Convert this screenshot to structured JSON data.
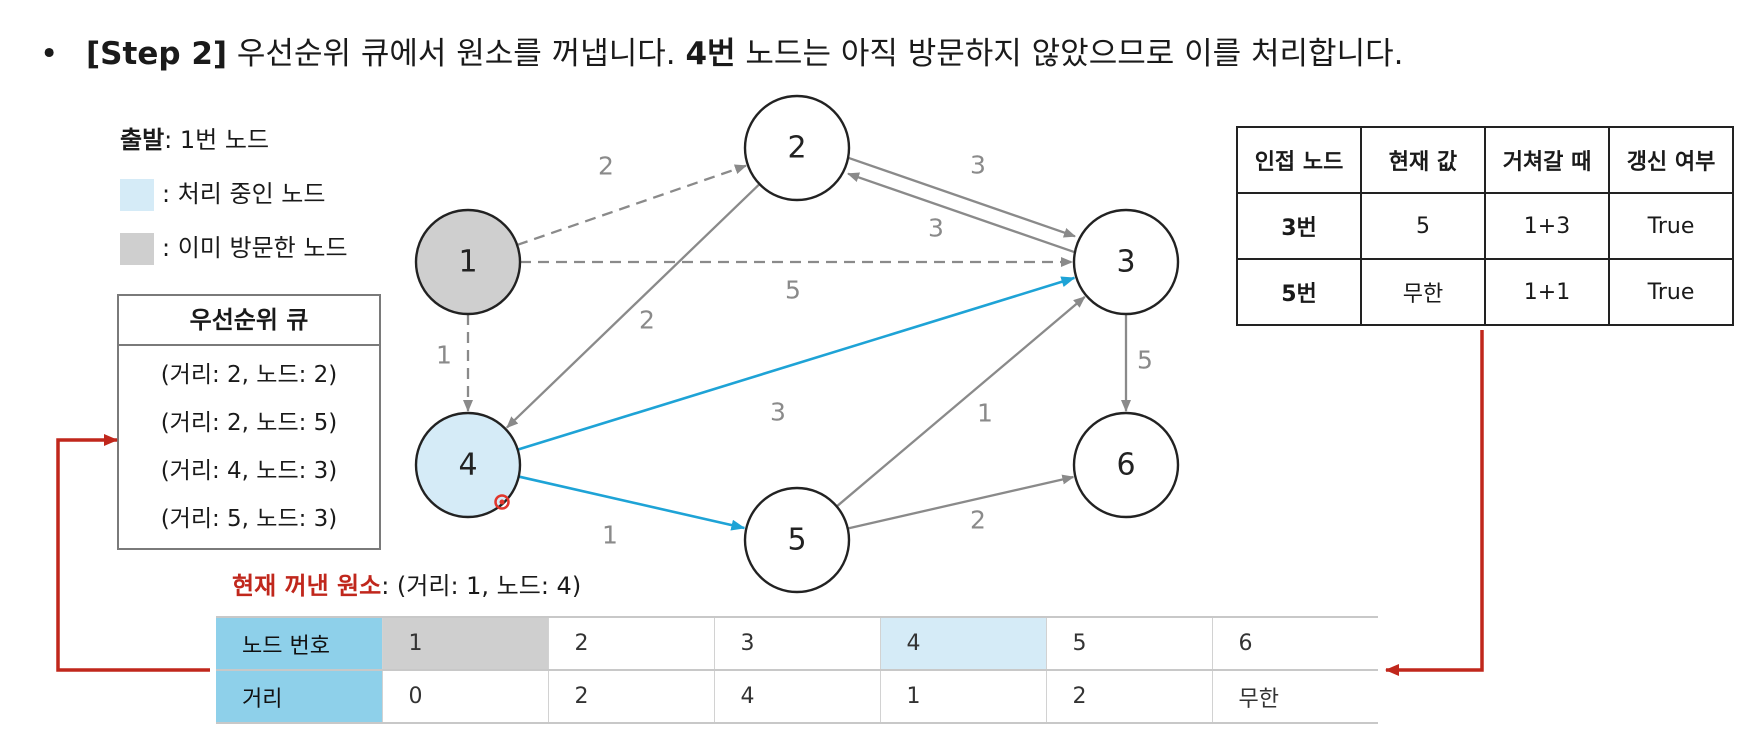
{
  "heading": {
    "bullet": "•",
    "step": "[Step 2]",
    "text1": " 우선순위 큐에서 원소를 꺼냅니다. ",
    "node_bold": "4번",
    "text2": " 노드는 아직 방문하지 않았으므로 이를 처리합니다."
  },
  "legend": {
    "start_label": "출발",
    "start_value": ": 1번 노드",
    "processing_label": ": 처리 중인 노드",
    "visited_label": ": 이미 방문한 노드"
  },
  "colors": {
    "processing": "#d5ebf7",
    "visited": "#cfcfcf",
    "blue_edge": "#1ea3d6",
    "gray_edge": "#8a8a8a",
    "red_arrow": "#c0271c",
    "header_blue": "#8ed0ea"
  },
  "priority_queue": {
    "title": "우선순위 큐",
    "items": [
      "(거리: 2, 노드: 2)",
      "(거리: 2, 노드: 5)",
      "(거리: 4, 노드: 3)",
      "(거리: 5, 노드: 3)"
    ]
  },
  "graph": {
    "nodes": [
      {
        "id": "1",
        "label": "1",
        "state": "visited"
      },
      {
        "id": "2",
        "label": "2",
        "state": "normal"
      },
      {
        "id": "3",
        "label": "3",
        "state": "normal"
      },
      {
        "id": "4",
        "label": "4",
        "state": "processing"
      },
      {
        "id": "5",
        "label": "5",
        "state": "normal"
      },
      {
        "id": "6",
        "label": "6",
        "state": "normal"
      }
    ],
    "edges": [
      {
        "from": "1",
        "to": "2",
        "weight": "2",
        "style": "dashed"
      },
      {
        "from": "1",
        "to": "3",
        "weight": "5",
        "style": "dashed"
      },
      {
        "from": "1",
        "to": "4",
        "weight": "1",
        "style": "dashed"
      },
      {
        "from": "2",
        "to": "3",
        "weight": "3",
        "style": "solid"
      },
      {
        "from": "3",
        "to": "2",
        "weight": "3",
        "style": "solid"
      },
      {
        "from": "2",
        "to": "4",
        "weight": "2",
        "style": "solid"
      },
      {
        "from": "3",
        "to": "6",
        "weight": "5",
        "style": "solid"
      },
      {
        "from": "4",
        "to": "3",
        "weight": "3",
        "style": "blue"
      },
      {
        "from": "4",
        "to": "5",
        "weight": "1",
        "style": "blue"
      },
      {
        "from": "5",
        "to": "3",
        "weight": "1",
        "style": "solid"
      },
      {
        "from": "5",
        "to": "6",
        "weight": "2",
        "style": "solid"
      }
    ]
  },
  "adjacency_table": {
    "headers": [
      "인접 노드",
      "현재 값",
      "거쳐갈 때",
      "갱신 여부"
    ],
    "rows": [
      [
        "3번",
        "5",
        "1+3",
        "True"
      ],
      [
        "5번",
        "무한",
        "1+1",
        "True"
      ]
    ]
  },
  "current_element": {
    "label": "현재 꺼낸 원소",
    "value": ": (거리: 1, 노드: 4)"
  },
  "distance_table": {
    "row_headers": [
      "노드 번호",
      "거리"
    ],
    "nodes": [
      "1",
      "2",
      "3",
      "4",
      "5",
      "6"
    ],
    "distances": [
      "0",
      "2",
      "4",
      "1",
      "2",
      "무한"
    ]
  }
}
